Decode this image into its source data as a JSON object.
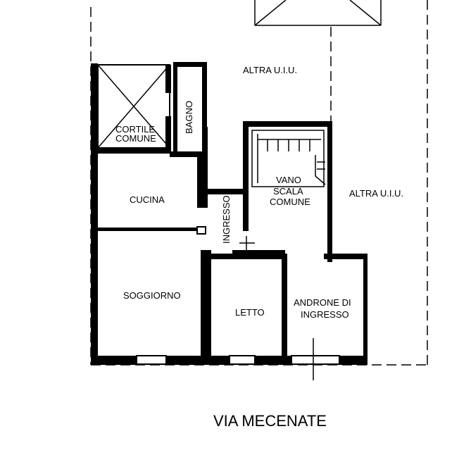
{
  "labels": {
    "altra_uiu_top": "ALTRA U.I.U.",
    "altra_uiu_right": "ALTRA U.I.U.",
    "bagno": "BAGNO",
    "cortile_line1": "CORTILE",
    "cortile_line2": "COMUNE",
    "vano_line1": "VANO",
    "vano_line2": "SCALA",
    "vano_line3": "COMUNE",
    "cucina": "CUCINA",
    "ingresso": "INGRESSO",
    "soggiorno": "SOGGIORNO",
    "letto": "LETTO",
    "androne_line1": "ANDRONE DI",
    "androne_line2": "INGRESSO"
  },
  "street": "VIA MECENATE"
}
